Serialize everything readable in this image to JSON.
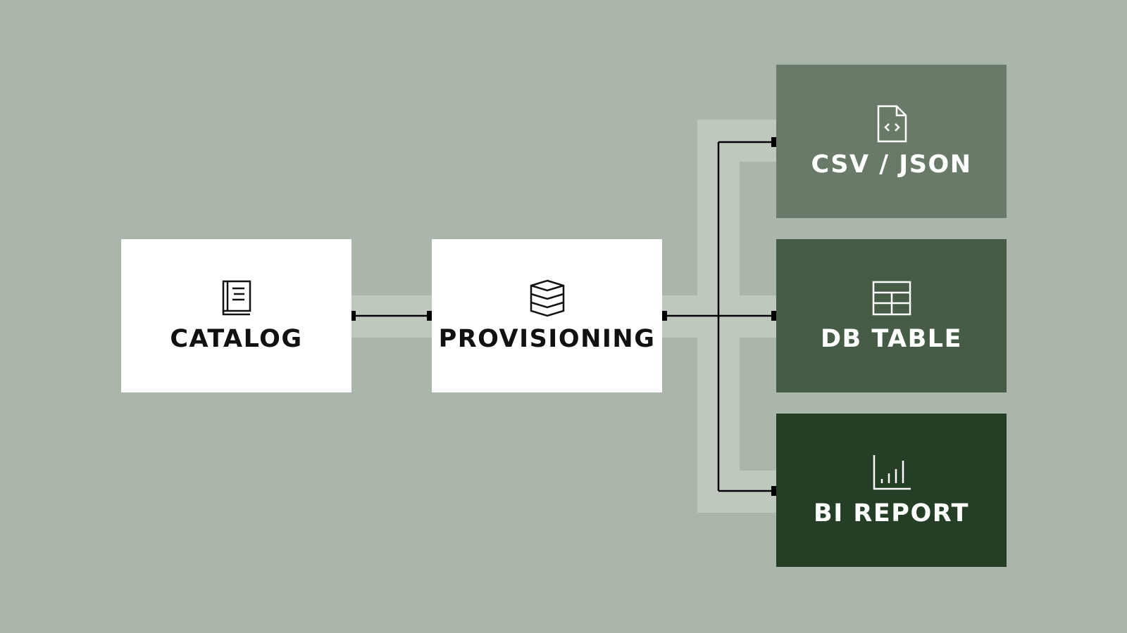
{
  "diagram": {
    "nodes": [
      {
        "id": "catalog",
        "label": "CATALOG",
        "icon": "book-icon"
      },
      {
        "id": "provisioning",
        "label": "PROVISIONING",
        "icon": "database-icon"
      },
      {
        "id": "csv",
        "label": "CSV / JSON",
        "icon": "code-file-icon",
        "color": "#6a7a68"
      },
      {
        "id": "db",
        "label": "DB TABLE",
        "icon": "table-icon",
        "color": "#475c47"
      },
      {
        "id": "bi",
        "label": "BI REPORT",
        "icon": "bar-chart-icon",
        "color": "#253f26"
      }
    ],
    "edges": [
      {
        "from": "catalog",
        "to": "provisioning"
      },
      {
        "from": "provisioning",
        "to": "csv"
      },
      {
        "from": "provisioning",
        "to": "db"
      },
      {
        "from": "provisioning",
        "to": "bi"
      }
    ],
    "colors": {
      "background": "#abb6aa",
      "connector_band": "#bec8bd",
      "light_node": "#ffffff",
      "line": "#000000"
    }
  }
}
